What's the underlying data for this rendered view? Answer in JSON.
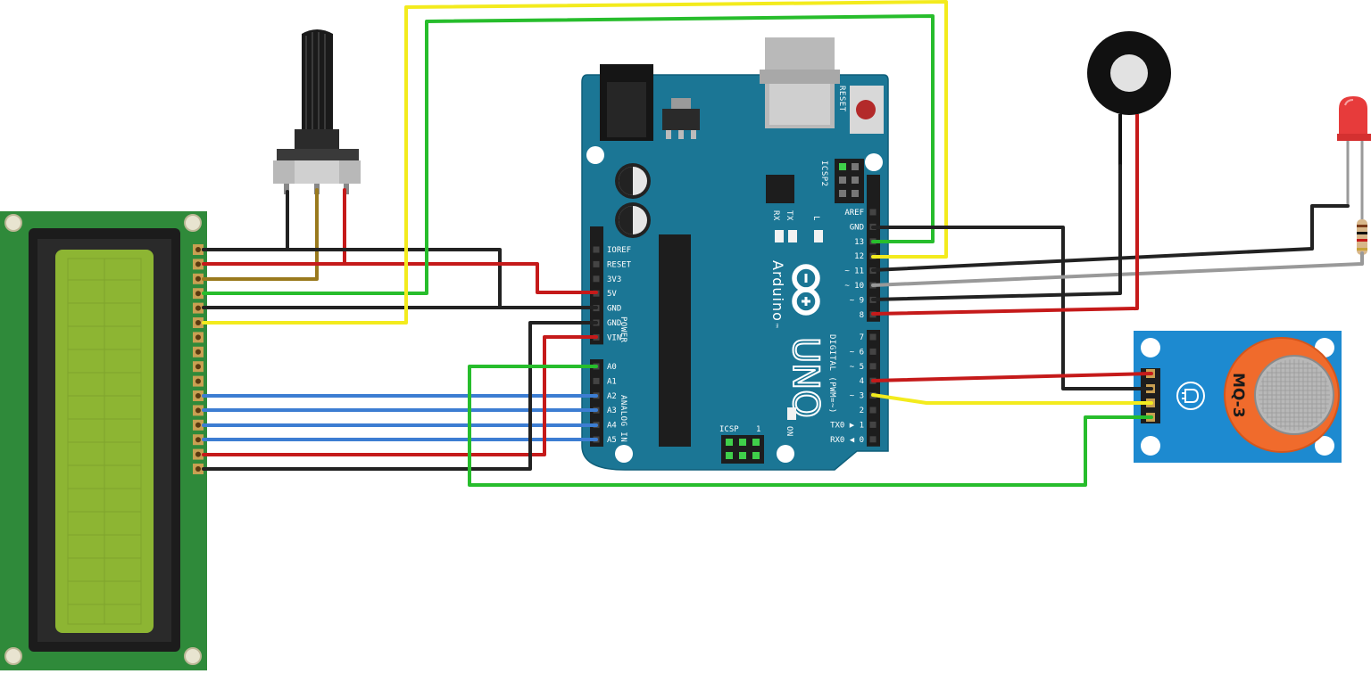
{
  "arduino": {
    "brand": "Arduino",
    "tm": "™",
    "model": "UNO",
    "reset_label": "RESET",
    "icsp2_label": "ICSP2",
    "icsp_label": "ICSP",
    "icsp_one": "1",
    "tx_label": "TX",
    "rx_label": "RX",
    "l_label": "L",
    "on_label": "ON",
    "power_label": "POWER",
    "analog_label": "ANALOG IN",
    "digital_label": "DIGITAL (PWM=~)",
    "power_pins": [
      "IOREF",
      "RESET",
      "3V3",
      "5V",
      "GND",
      "GND",
      "VIN"
    ],
    "analog_pins": [
      "A0",
      "A1",
      "A2",
      "A3",
      "A4",
      "A5"
    ],
    "digital_high_pins": [
      "AREF",
      "GND",
      "13",
      "12",
      "~ 11",
      "~ 10",
      "~ 9",
      "8"
    ],
    "digital_low_pins": [
      "7",
      "~ 6",
      "~ 5",
      "4",
      "~ 3",
      "2",
      "TX0 ▶ 1",
      "RX0 ◀ 0"
    ]
  },
  "sensor": {
    "label": "MQ-3"
  },
  "colors": {
    "board": "#1b7695",
    "board_edge": "#0f5f7a",
    "lcd_pcb": "#2f8a3a",
    "lcd_screen": "#8db533",
    "sensor_pcb": "#1d8ad0",
    "sensor_can": "#f06b2c",
    "wire_black": "#222222",
    "wire_red": "#c51a1a",
    "wire_green": "#27bd2c",
    "wire_yellow": "#f3eb1d",
    "wire_blue": "#3c7dd2",
    "wire_brown": "#9a7a1e",
    "wire_gray": "#999999"
  },
  "icons": {
    "lcd": "lcd-display-16x2-icon",
    "potentiometer": "potentiometer-icon",
    "buzzer": "piezo-buzzer-icon",
    "led": "red-led-icon",
    "resistor": "resistor-icon",
    "sensor": "mq3-gas-sensor-icon",
    "arduino_logo": "arduino-infinity-logo-icon"
  }
}
